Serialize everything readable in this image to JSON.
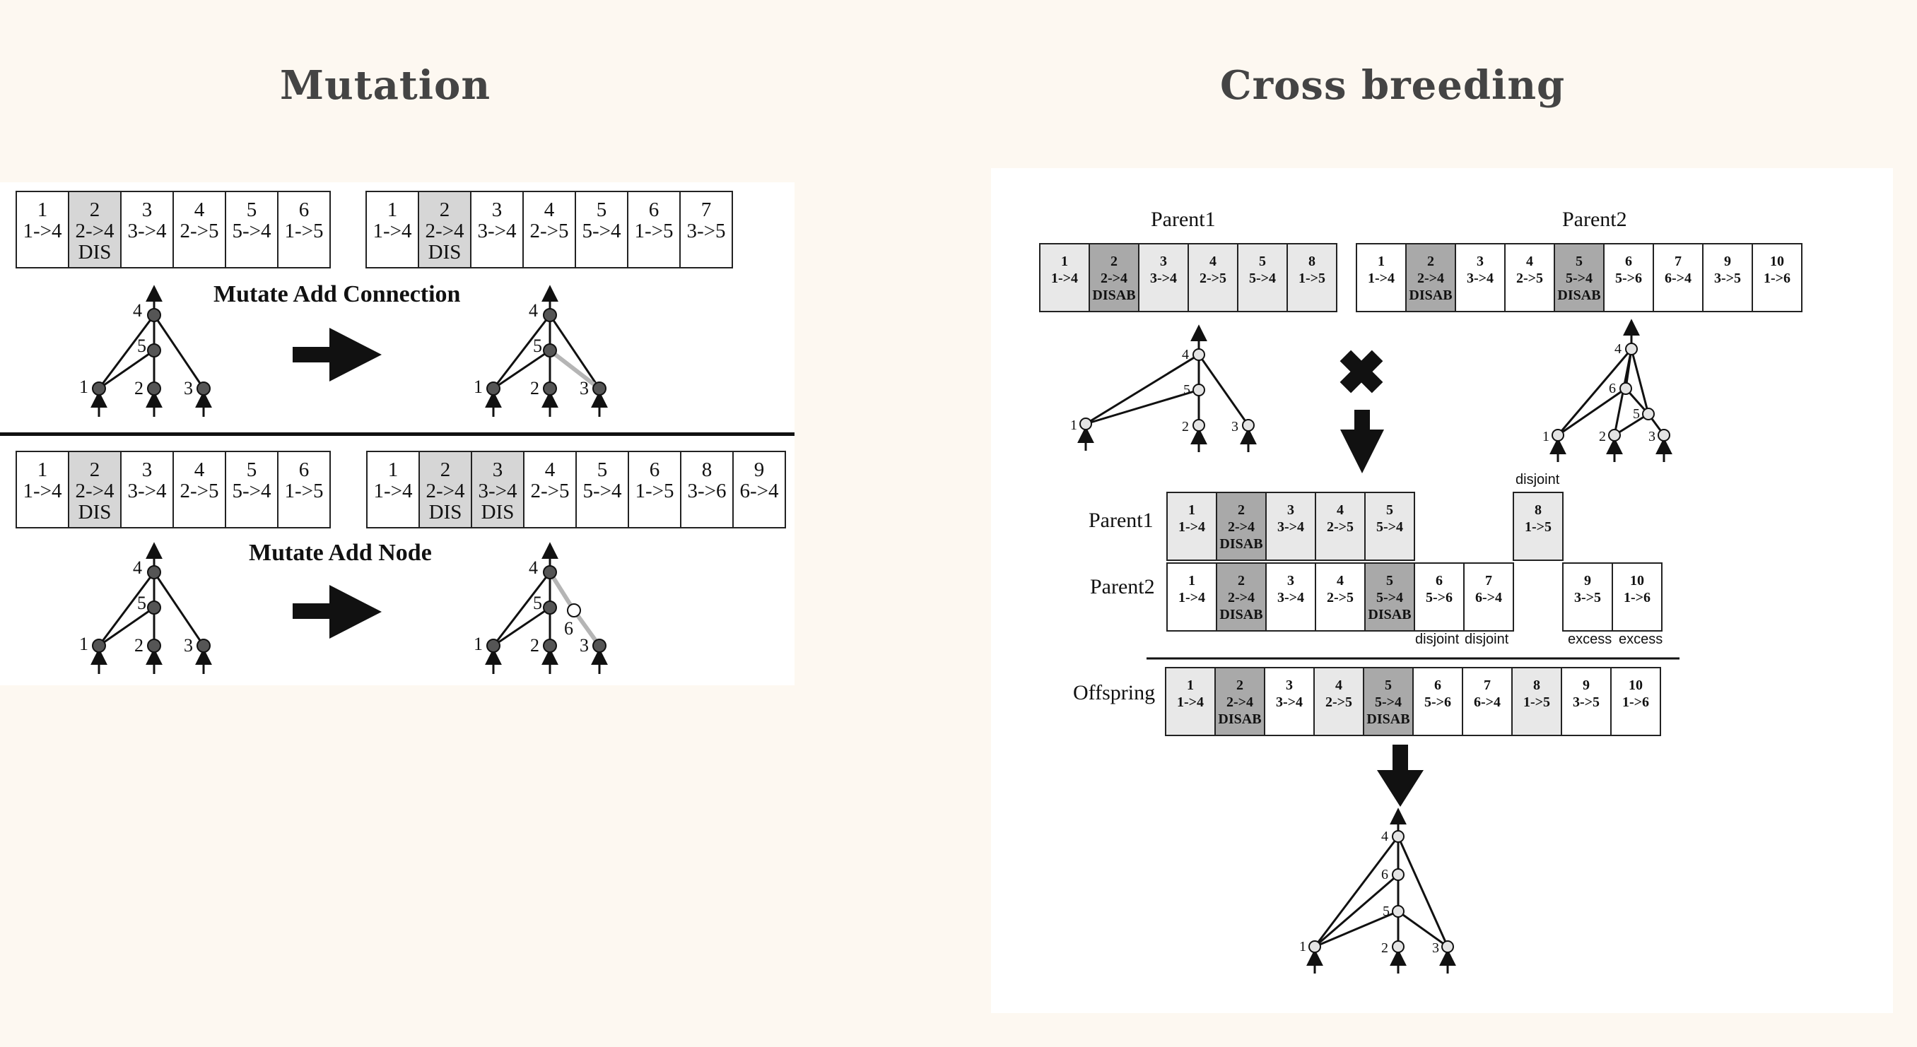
{
  "headings": {
    "mutation": "Mutation",
    "cross": "Cross breeding"
  },
  "mutation": {
    "caption_connection": "Mutate Add Connection",
    "caption_node": "Mutate Add Node",
    "genomes": [
      {
        "genes": [
          {
            "num": "1",
            "conn": "1->4",
            "shade": "white"
          },
          {
            "num": "2",
            "conn": "2->4",
            "note": "DIS",
            "shade": "mid"
          },
          {
            "num": "3",
            "conn": "3->4",
            "shade": "white"
          },
          {
            "num": "4",
            "conn": "2->5",
            "shade": "white"
          },
          {
            "num": "5",
            "conn": "5->4",
            "shade": "white"
          },
          {
            "num": "6",
            "conn": "1->5",
            "shade": "white"
          }
        ]
      },
      {
        "genes": [
          {
            "num": "1",
            "conn": "1->4",
            "shade": "white"
          },
          {
            "num": "2",
            "conn": "2->4",
            "note": "DIS",
            "shade": "mid"
          },
          {
            "num": "3",
            "conn": "3->4",
            "shade": "white"
          },
          {
            "num": "4",
            "conn": "2->5",
            "shade": "white"
          },
          {
            "num": "5",
            "conn": "5->4",
            "shade": "white"
          },
          {
            "num": "6",
            "conn": "1->5",
            "shade": "white"
          },
          {
            "num": "7",
            "conn": "3->5",
            "shade": "white"
          }
        ]
      },
      {
        "genes": [
          {
            "num": "1",
            "conn": "1->4",
            "shade": "white"
          },
          {
            "num": "2",
            "conn": "2->4",
            "note": "DIS",
            "shade": "mid"
          },
          {
            "num": "3",
            "conn": "3->4",
            "shade": "white"
          },
          {
            "num": "4",
            "conn": "2->5",
            "shade": "white"
          },
          {
            "num": "5",
            "conn": "5->4",
            "shade": "white"
          },
          {
            "num": "6",
            "conn": "1->5",
            "shade": "white"
          }
        ]
      },
      {
        "genes": [
          {
            "num": "1",
            "conn": "1->4",
            "shade": "white"
          },
          {
            "num": "2",
            "conn": "2->4",
            "note": "DIS",
            "shade": "mid"
          },
          {
            "num": "3",
            "conn": "3->4",
            "note": "DIS",
            "shade": "mid"
          },
          {
            "num": "4",
            "conn": "2->5",
            "shade": "white"
          },
          {
            "num": "5",
            "conn": "5->4",
            "shade": "white"
          },
          {
            "num": "6",
            "conn": "1->5",
            "shade": "white"
          },
          {
            "num": "8",
            "conn": "3->6",
            "shade": "white"
          },
          {
            "num": "9",
            "conn": "6->4",
            "shade": "white"
          }
        ]
      }
    ],
    "node_labels": [
      "1",
      "2",
      "3",
      "4",
      "5",
      "6"
    ]
  },
  "cross": {
    "parent1_label": "Parent1",
    "parent2_label": "Parent2",
    "offspring_label": "Offspring",
    "disjoint_label": "disjoint",
    "excess_label": "excess",
    "node_labels": [
      "1",
      "2",
      "3",
      "4",
      "5",
      "6"
    ],
    "genomes": [
      {
        "genes": [
          {
            "num": "1",
            "conn": "1->4",
            "shade": "light"
          },
          {
            "num": "2",
            "conn": "2->4",
            "note": "DISAB",
            "shade": "dark"
          },
          {
            "num": "3",
            "conn": "3->4",
            "shade": "light"
          },
          {
            "num": "4",
            "conn": "2->5",
            "shade": "light"
          },
          {
            "num": "5",
            "conn": "5->4",
            "shade": "light"
          },
          {
            "num": "8",
            "conn": "1->5",
            "shade": "light"
          }
        ]
      },
      {
        "genes": [
          {
            "num": "1",
            "conn": "1->4",
            "shade": "white"
          },
          {
            "num": "2",
            "conn": "2->4",
            "note": "DISAB",
            "shade": "dark"
          },
          {
            "num": "3",
            "conn": "3->4",
            "shade": "white"
          },
          {
            "num": "4",
            "conn": "2->5",
            "shade": "white"
          },
          {
            "num": "5",
            "conn": "5->4",
            "note": "DISAB",
            "shade": "dark"
          },
          {
            "num": "6",
            "conn": "5->6",
            "shade": "white"
          },
          {
            "num": "7",
            "conn": "6->4",
            "shade": "white"
          },
          {
            "num": "9",
            "conn": "3->5",
            "shade": "white"
          },
          {
            "num": "10",
            "conn": "1->6",
            "shade": "white"
          }
        ]
      },
      {
        "genes": [
          {
            "num": "1",
            "conn": "1->4",
            "shade": "light"
          },
          {
            "num": "2",
            "conn": "2->4",
            "note": "DISAB",
            "shade": "dark"
          },
          {
            "num": "3",
            "conn": "3->4",
            "shade": "light"
          },
          {
            "num": "4",
            "conn": "2->5",
            "shade": "light"
          },
          {
            "num": "5",
            "conn": "5->4",
            "shade": "light"
          }
        ]
      },
      {
        "genes": [
          {
            "num": "8",
            "conn": "1->5",
            "shade": "light"
          }
        ]
      },
      {
        "genes": [
          {
            "num": "1",
            "conn": "1->4",
            "shade": "white"
          },
          {
            "num": "2",
            "conn": "2->4",
            "note": "DISAB",
            "shade": "dark"
          },
          {
            "num": "3",
            "conn": "3->4",
            "shade": "white"
          },
          {
            "num": "4",
            "conn": "2->5",
            "shade": "white"
          },
          {
            "num": "5",
            "conn": "5->4",
            "note": "DISAB",
            "shade": "dark"
          },
          {
            "num": "6",
            "conn": "5->6",
            "shade": "white"
          },
          {
            "num": "7",
            "conn": "6->4",
            "shade": "white"
          }
        ]
      },
      {
        "genes": [
          {
            "num": "9",
            "conn": "3->5",
            "shade": "white"
          },
          {
            "num": "10",
            "conn": "1->6",
            "shade": "white"
          }
        ]
      },
      {
        "genes": [
          {
            "num": "1",
            "conn": "1->4",
            "shade": "light"
          },
          {
            "num": "2",
            "conn": "2->4",
            "note": "DISAB",
            "shade": "dark"
          },
          {
            "num": "3",
            "conn": "3->4",
            "shade": "white"
          },
          {
            "num": "4",
            "conn": "2->5",
            "shade": "light"
          },
          {
            "num": "5",
            "conn": "5->4",
            "note": "DISAB",
            "shade": "dark"
          },
          {
            "num": "6",
            "conn": "5->6",
            "shade": "white"
          },
          {
            "num": "7",
            "conn": "6->4",
            "shade": "white"
          },
          {
            "num": "8",
            "conn": "1->5",
            "shade": "light"
          },
          {
            "num": "9",
            "conn": "3->5",
            "shade": "white"
          },
          {
            "num": "10",
            "conn": "1->6",
            "shade": "white"
          }
        ]
      }
    ]
  },
  "colors": {
    "ink": "#111111",
    "node_fill": "#555555",
    "node_light": "#e4e4e4",
    "highlight": "#b5b5b5"
  }
}
